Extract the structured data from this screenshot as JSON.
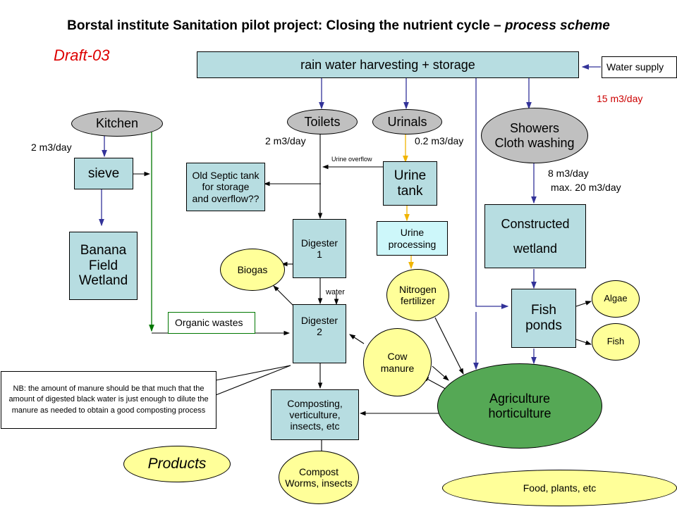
{
  "title": {
    "main": "Borstal institute Sanitation pilot project: Closing the nutrient cycle – ",
    "italic": "process scheme"
  },
  "draft": "Draft-03",
  "nodes": {
    "rainwater": "rain water  harvesting + storage",
    "water_supply": "Water supply",
    "kitchen": "Kitchen",
    "toilets": "Toilets",
    "urinals": "Urinals",
    "showers": [
      "Showers",
      "Cloth washing"
    ],
    "sieve": "sieve",
    "septic": [
      "Old Septic tank",
      "for storage",
      "and overflow??"
    ],
    "urine_tank": [
      "Urine",
      "tank"
    ],
    "banana": [
      "Banana",
      "Field",
      "Wetland"
    ],
    "digester1": [
      "Digester",
      "1"
    ],
    "digester2": [
      "Digester",
      "2"
    ],
    "urine_processing": [
      "Urine",
      "processing"
    ],
    "constructed_wetland": [
      "Constructed",
      "wetland"
    ],
    "biogas": "Biogas",
    "nitrogen": [
      "Nitrogen",
      "fertilizer"
    ],
    "fish_ponds": [
      "Fish",
      "ponds"
    ],
    "algae": "Algae",
    "fish": "Fish",
    "organic_wastes": "Organic wastes",
    "cow_manure": [
      "Cow",
      "manure"
    ],
    "agriculture": [
      "Agriculture",
      "horticulture"
    ],
    "composting": [
      "Composting,",
      "verticulture,",
      "insects, etc"
    ],
    "compost": [
      "Compost",
      "Worms, insects"
    ],
    "products": "Products",
    "food": "Food, plants, etc"
  },
  "labels": {
    "supply_rate": "15 m3/day",
    "kitchen_rate": "2 m3/day",
    "toilets_rate": "2 m3/day",
    "urinals_rate": "0.2 m3/day",
    "showers_rate": "8 m3/day",
    "showers_max": "max. 20 m3/day",
    "urine_overflow": "Urine overflow",
    "water": "water"
  },
  "note": "NB: the amount of manure should be that much that the amount of digested black water is just enough to dilute the manure as needed to obtain a good composting process",
  "colors": {
    "box": "#b7dde1",
    "source": "#c0c0c0",
    "product": "#ffff99",
    "agri": "#55a855",
    "water_line": "#333399",
    "urine_line": "#f0b400",
    "organic_line": "#007700",
    "draft": "#dd0000"
  }
}
